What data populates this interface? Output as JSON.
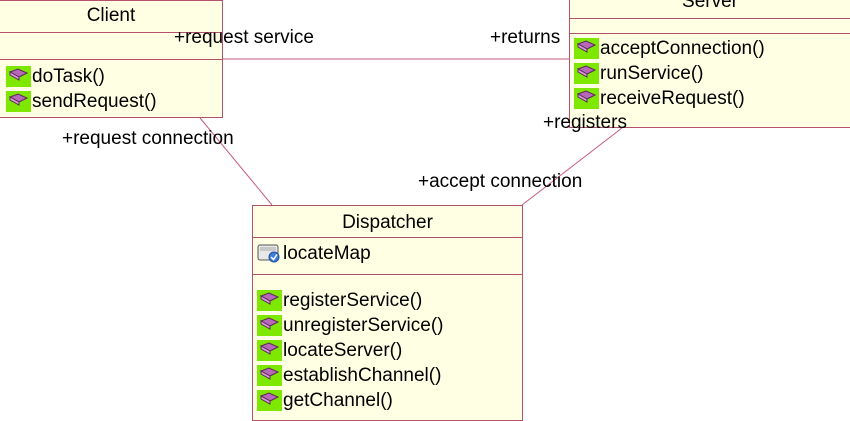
{
  "colors": {
    "class_fill": "#ffffe3",
    "class_border": "#b3526a",
    "association_line": "#c65a78",
    "icon_green": "#7ee800",
    "icon_purple": "#b868b8"
  },
  "classes": {
    "client": {
      "name": "Client",
      "operations": [
        "doTask()",
        "sendRequest()"
      ]
    },
    "server": {
      "name": "Server",
      "operations": [
        "acceptConnection()",
        "runService()",
        "receiveRequest()"
      ]
    },
    "dispatcher": {
      "name": "Dispatcher",
      "attributes": [
        "locateMap"
      ],
      "operations": [
        "registerService()",
        "unregisterService()",
        "locateServer()",
        "establishChannel()",
        "getChannel()"
      ]
    }
  },
  "associations": {
    "client_server": {
      "client_role": "+request service",
      "server_role": "+returns"
    },
    "client_dispatcher": {
      "client_role": "+request connection"
    },
    "server_dispatcher": {
      "server_role": "+registers",
      "dispatcher_role": "+accept connection"
    }
  },
  "icons": {
    "operation": "public-operation-icon",
    "attribute": "private-attribute-lock-icon"
  }
}
